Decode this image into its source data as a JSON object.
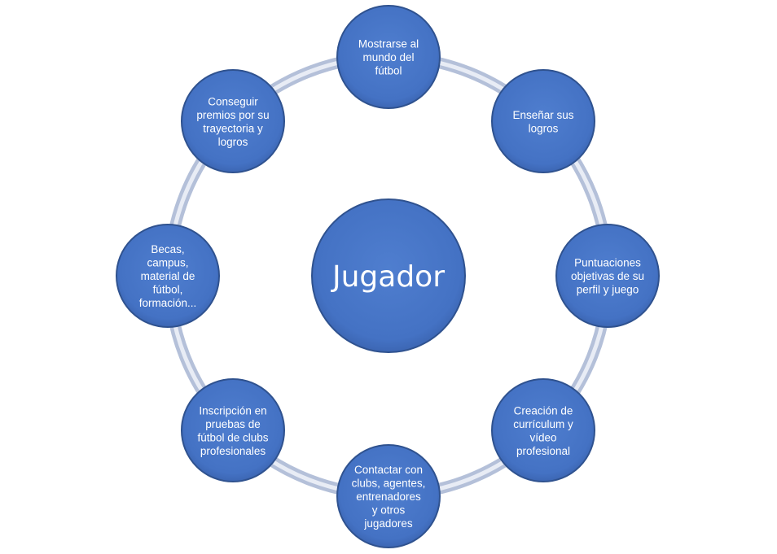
{
  "center": {
    "label": "Jugador"
  },
  "nodes": [
    {
      "id": "top",
      "lines": [
        "Mostrarse al",
        "mundo del",
        "fútbol"
      ]
    },
    {
      "id": "top-right",
      "lines": [
        "Enseñar sus",
        "logros"
      ]
    },
    {
      "id": "right",
      "lines": [
        "Puntuaciones",
        "objetivas de su",
        "perfil y juego"
      ]
    },
    {
      "id": "bottom-right",
      "lines": [
        "Creación de",
        "currículum y",
        "vídeo",
        "profesional"
      ]
    },
    {
      "id": "bottom",
      "lines": [
        "Contactar con",
        "clubs, agentes,",
        "entrenadores",
        "y otros",
        "jugadores"
      ]
    },
    {
      "id": "bottom-left",
      "lines": [
        "Inscripción en",
        "pruebas de",
        "fútbol de clubs",
        "profesionales"
      ]
    },
    {
      "id": "left",
      "lines": [
        "Becas,",
        "campus,",
        "material de",
        "fútbol,",
        "formación..."
      ]
    },
    {
      "id": "top-left",
      "lines": [
        "Conseguir",
        "premios por su",
        "trayectoria y",
        "logros"
      ]
    }
  ],
  "colors": {
    "node_fill": "#4472C4",
    "node_fill_light": "#5B8BD8",
    "node_stroke": "#2F528F",
    "ring_outer": "#B4C0D9",
    "ring_inner": "#E8ECF5",
    "text": "#FFFFFF"
  }
}
